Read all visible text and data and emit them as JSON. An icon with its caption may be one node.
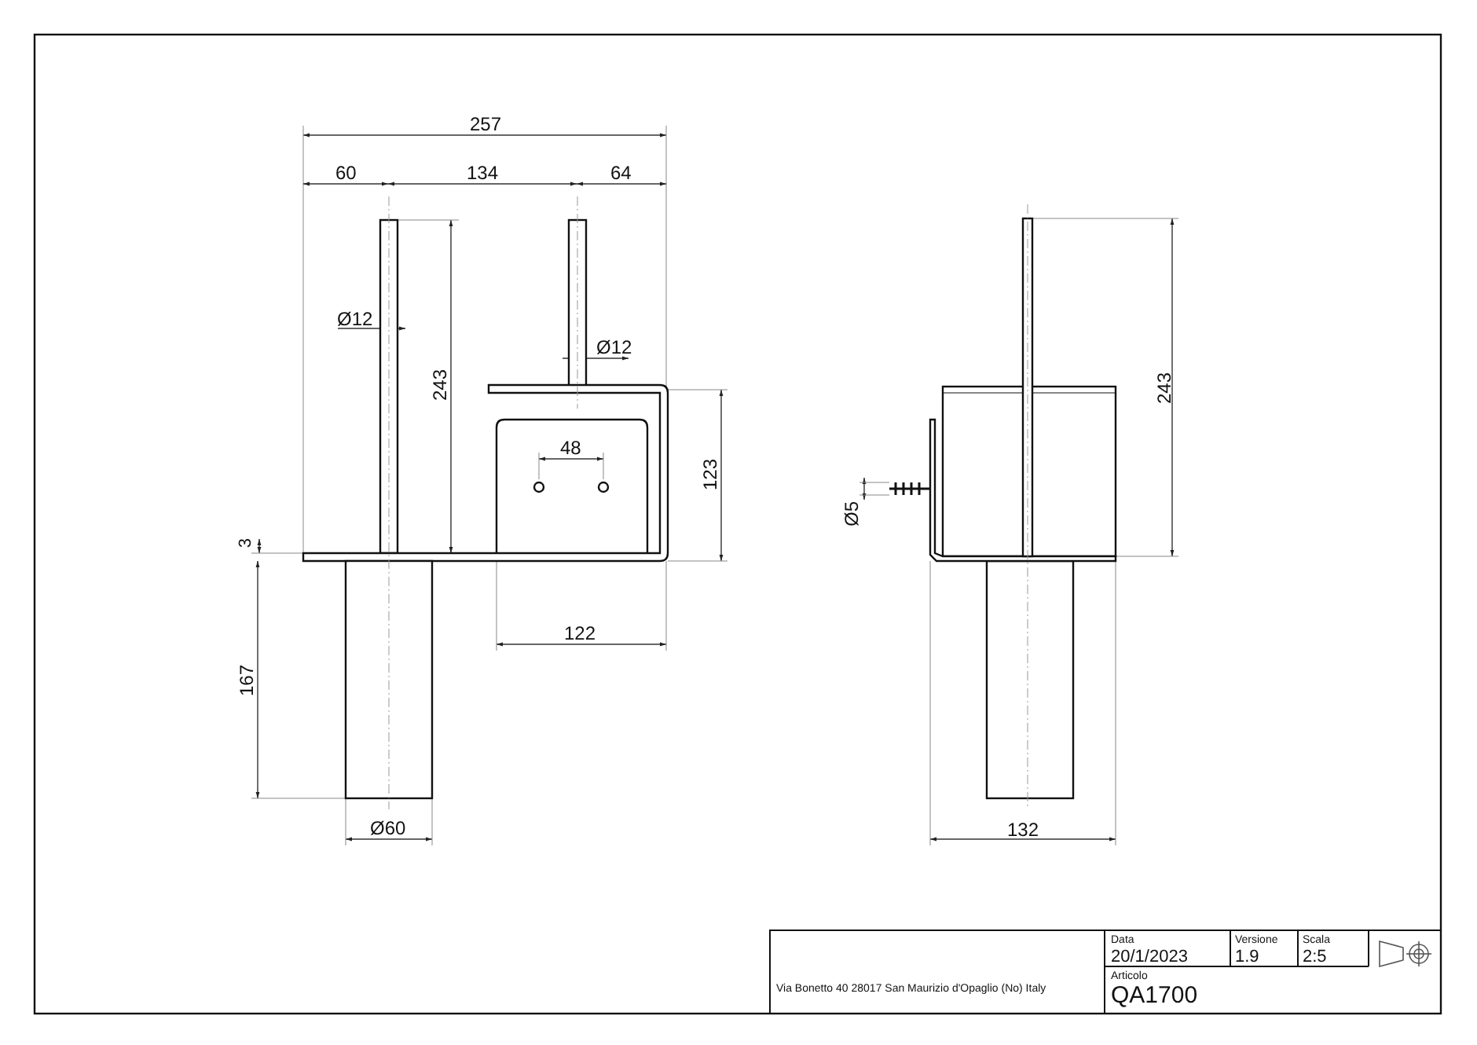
{
  "diagram": {
    "labels": [
      "257",
      "60",
      "134",
      "64",
      "Ø12",
      "Ø12",
      "243",
      "48",
      "123",
      "3",
      "122",
      "167",
      "Ø60",
      "243",
      "Ø5",
      "132",
      "Via Bonetto 40  28017 San Maurizio d'Opaglio (No) Italy",
      "Data",
      "Versione",
      "Scala",
      "20/1/2023",
      "1.9",
      "2:5",
      "Articolo",
      "QA1700"
    ]
  }
}
